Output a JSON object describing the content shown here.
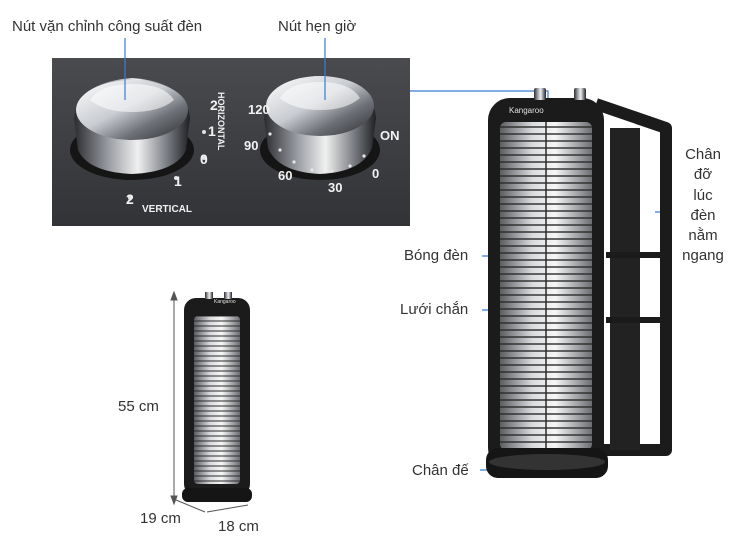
{
  "labels": {
    "power_knob": "Nút vặn chỉnh công suất đèn",
    "timer_knob": "Nút hẹn giờ",
    "stand": [
      "Chân",
      "đỡ",
      "lúc",
      "đèn",
      "nằm",
      "ngang"
    ],
    "bulb": "Bóng đèn",
    "grille": "Lưới chắn",
    "base": "Chân đế"
  },
  "dimensions": {
    "height": "55 cm",
    "depth": "19 cm",
    "width": "18 cm"
  },
  "brand": "Kangaroo",
  "knob_power": {
    "marks": [
      "0",
      "1",
      "2",
      "1",
      "2"
    ],
    "vertical": "VERTICAL",
    "horizontal": "HORIZONTAL"
  },
  "knob_timer": {
    "marks": [
      "ON",
      "0",
      "30",
      "60",
      "90",
      "120"
    ]
  },
  "colors": {
    "leader_line": "#3a7bd5",
    "heater_body": "#1b1b1b",
    "panel": "#3c3d40"
  }
}
